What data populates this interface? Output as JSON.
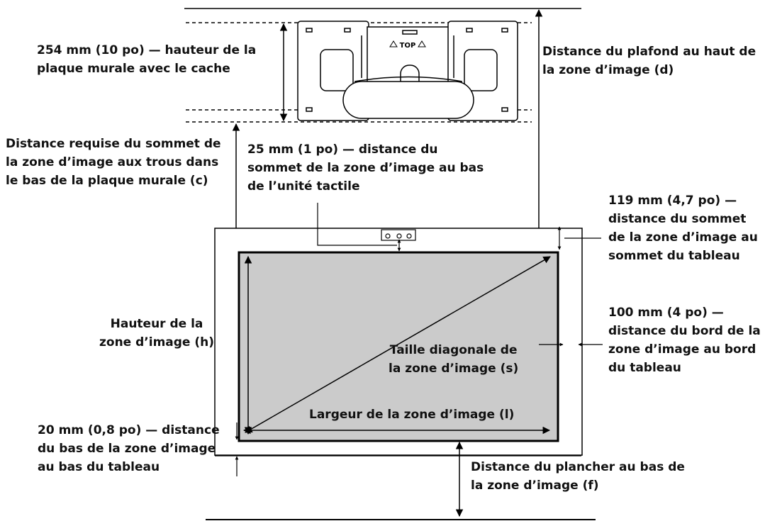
{
  "plate": {
    "top_badge": "TOP"
  },
  "labels": {
    "plate_height": [
      "254 mm (10 po) — hauteur de la",
      "plaque murale avec le cache"
    ],
    "ceiling_dist": [
      "Distance du plafond au haut de",
      "la zone d’image (d)"
    ],
    "required_dist": [
      "Distance requise du sommet de",
      "la zone d’image aux trous dans",
      "le bas de la plaque murale (c)"
    ],
    "touch_dist": [
      "25 mm (1 po) — distance du",
      "sommet de la zone d’image au bas",
      "de l’unité tactile"
    ],
    "top_margin": [
      "119 mm (4,7 po) —",
      "distance du sommet",
      "de la zone d’image au",
      "sommet du tableau"
    ],
    "image_height": [
      "Hauteur de la",
      "zone d’image (h)"
    ],
    "side_margin": [
      "100 mm (4 po) —",
      "distance du bord de la",
      "zone d’image au bord",
      "du tableau"
    ],
    "diagonal": [
      "Taille diagonale de",
      "la zone d’image (s)"
    ],
    "width": [
      "Largeur de la zone d’image (l)"
    ],
    "bottom_margin": [
      "20 mm (0,8 po) — distance",
      "du bas de la zone d’image",
      "au bas du tableau"
    ],
    "floor_dist": [
      "Distance du plancher au bas de",
      "la zone d’image (f)"
    ]
  }
}
